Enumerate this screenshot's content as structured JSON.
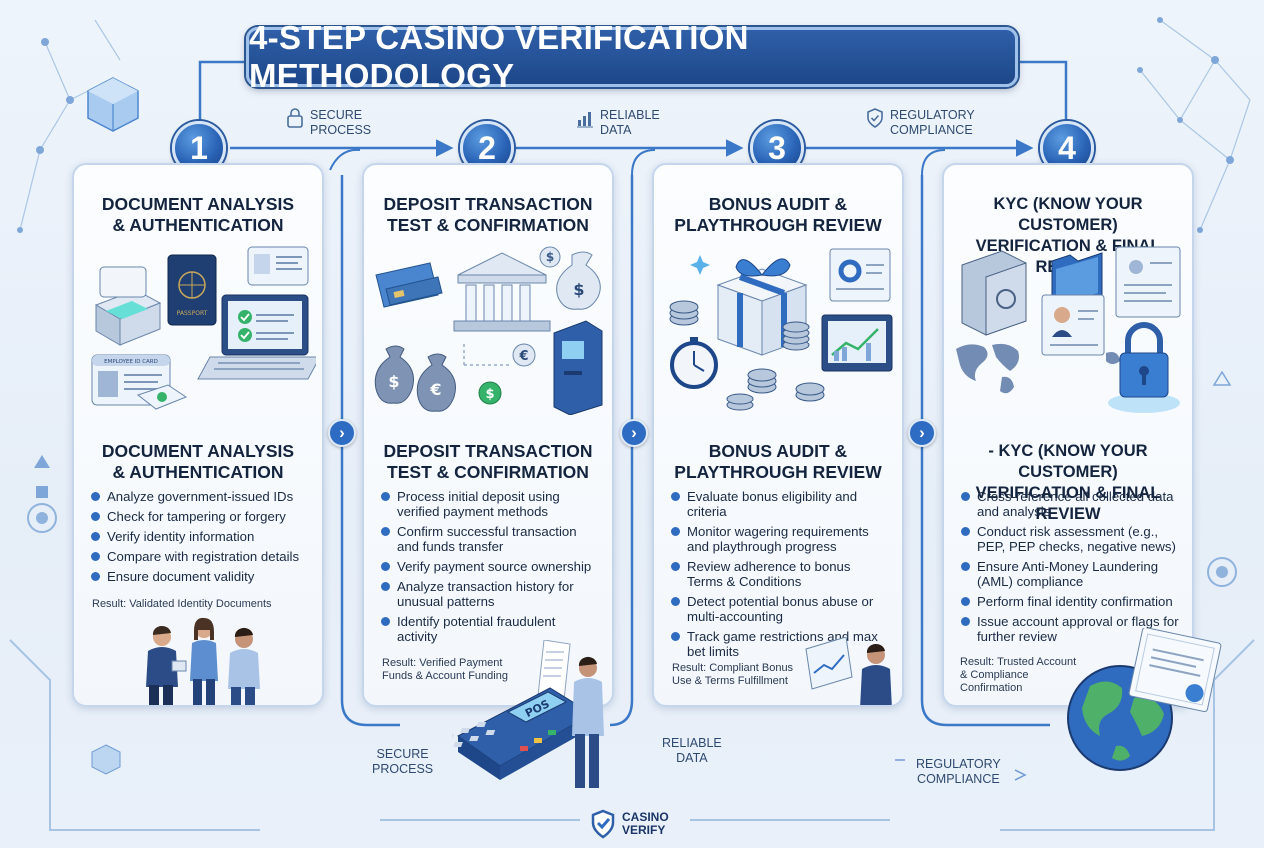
{
  "title": "4-STEP CASINO VERIFICATION METHODOLOGY",
  "connectors_top": [
    {
      "line1": "SECURE",
      "line2": "PROCESS",
      "icon": "lock-icon"
    },
    {
      "line1": "RELIABLE",
      "line2": "DATA",
      "icon": "bar-chart-icon"
    },
    {
      "line1": "REGULATORY",
      "line2": "COMPLIANCE",
      "icon": "shield-check-icon"
    }
  ],
  "connectors_bottom": [
    {
      "line1": "SECURE",
      "line2": "PROCESS"
    },
    {
      "line1": "RELIABLE",
      "line2": "DATA"
    },
    {
      "line1": "REGULATORY",
      "line2": "COMPLIANCE"
    }
  ],
  "steps": [
    {
      "number": "1",
      "heading_top": [
        "DOCUMENT ANALYSIS",
        "& AUTHENTICATION"
      ],
      "heading_bottom": [
        "DOCUMENT ANALYSIS",
        "& AUTHENTICATION"
      ],
      "items": [
        [
          "Analyze government-issued IDs"
        ],
        [
          "Check for tampering or forgery"
        ],
        [
          "Verify identity information"
        ],
        [
          "Compare with registration details"
        ],
        [
          "Ensure document validity"
        ]
      ],
      "result": [
        "Result: Validated Identity Documents"
      ],
      "illustration": [
        "scanner-icon",
        "passport-icon",
        "id-card-icon",
        "laptop-check-icon"
      ],
      "id_card_text": "EMPLOYEE ID CARD",
      "passport_text": "PASSPORT"
    },
    {
      "number": "2",
      "heading_top": [
        "DEPOSIT TRANSACTION",
        "TEST & CONFIRMATION"
      ],
      "heading_bottom": [
        "DEPOSIT TRANSACTION",
        "TEST & CONFIRMATION"
      ],
      "items": [
        [
          "Process initial deposit using",
          "verified payment methods"
        ],
        [
          "Confirm successful transaction",
          "and funds transfer"
        ],
        [
          "Verify payment source ownership"
        ],
        [
          "Analyze transaction history for",
          "unusual patterns"
        ],
        [
          "Identify potential fraudulent",
          "activity"
        ]
      ],
      "result": [
        "Result: Verified Payment",
        "Funds & Account Funding"
      ],
      "illustration": [
        "credit-card-icon",
        "bank-icon",
        "money-bag-icon",
        "atm-icon"
      ],
      "pos_text": "POS"
    },
    {
      "number": "3",
      "heading_top": [
        "BONUS AUDIT &",
        "PLAYTHROUGH REVIEW"
      ],
      "heading_bottom": [
        "BONUS AUDIT &",
        "PLAYTHROUGH REVIEW"
      ],
      "items": [
        [
          "Evaluate bonus eligibility and",
          "criteria"
        ],
        [
          "Monitor wagering requirements",
          "and playthrough progress"
        ],
        [
          "Review adherence to bonus",
          "Terms & Conditions"
        ],
        [
          "Detect potential bonus abuse or",
          "multi-accounting"
        ],
        [
          "Track game restrictions and max",
          "bet limits"
        ]
      ],
      "result": [
        "Result: Compliant Bonus",
        "Use & Terms Fulfillment"
      ],
      "illustration": [
        "gift-box-icon",
        "stopwatch-icon",
        "casino-chips-icon",
        "analytics-monitor-icon"
      ]
    },
    {
      "number": "4",
      "heading_top": [
        "KYC (KNOW YOUR CUSTOMER)",
        "VERIFICATION & FINAL REVIEW"
      ],
      "heading_bottom": [
        "- KYC (KNOW YOUR CUSTOMER)",
        "VERIFICATION & FINAL REVIEW"
      ],
      "items": [
        [
          "Cross-reference all collected data",
          "and analysis"
        ],
        [
          "Conduct risk assessment (e.g.,",
          "PEP, PEP checks, negative news)"
        ],
        [
          "Ensure Anti-Money Laundering",
          "(AML) compliance"
        ],
        [
          "Perform final identity confirmation"
        ],
        [
          "Issue account approval or flags for",
          "further review"
        ]
      ],
      "result": [
        "Result: Trusted Account",
        "& Compliance",
        "Confirmation"
      ],
      "illustration": [
        "safe-icon",
        "folder-icon",
        "profile-card-icon",
        "world-map-icon",
        "padlock-icon"
      ]
    }
  ],
  "footer": {
    "logo_line1": "CASINO",
    "logo_line2": "VERIFY",
    "icon": "shield-check-icon"
  },
  "colors": {
    "primary": "#2a64b7",
    "dark": "#1d4789",
    "accent": "#3a8be0",
    "card": "#f7faff"
  }
}
